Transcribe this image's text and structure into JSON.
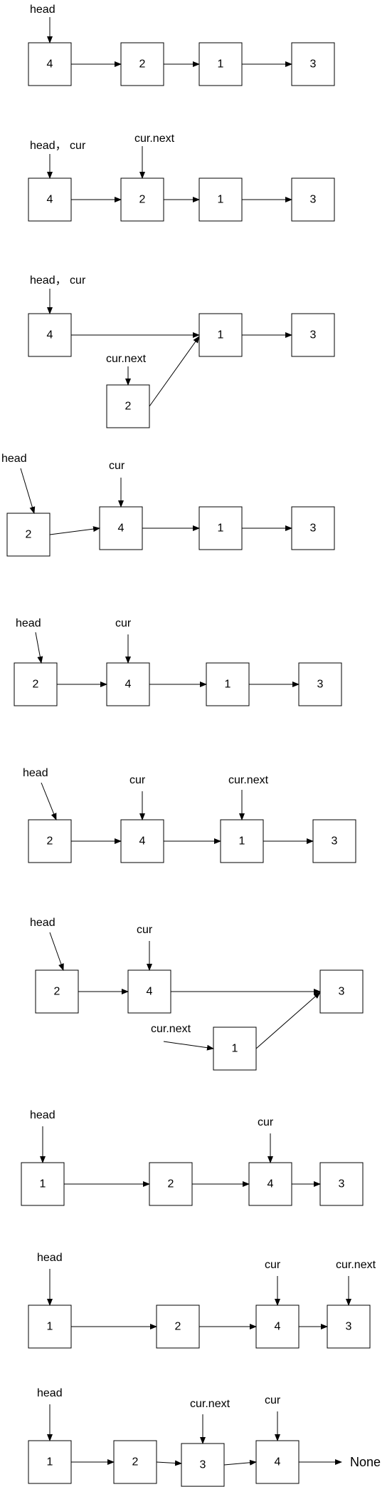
{
  "panels": [
    {
      "nodes": [
        "4",
        "2",
        "1",
        "3"
      ],
      "labels": [
        "head"
      ]
    },
    {
      "nodes": [
        "4",
        "2",
        "1",
        "3"
      ],
      "labels": [
        "head， cur",
        "cur.next"
      ]
    },
    {
      "nodes": [
        "4",
        "2",
        "1",
        "3"
      ],
      "labels": [
        "head， cur",
        "cur.next"
      ]
    },
    {
      "nodes": [
        "2",
        "4",
        "1",
        "3"
      ],
      "labels": [
        "head",
        "cur"
      ]
    },
    {
      "nodes": [
        "2",
        "4",
        "1",
        "3"
      ],
      "labels": [
        "head",
        "cur"
      ]
    },
    {
      "nodes": [
        "2",
        "4",
        "1",
        "3"
      ],
      "labels": [
        "head",
        "cur",
        "cur.next"
      ]
    },
    {
      "nodes": [
        "2",
        "4",
        "1",
        "3"
      ],
      "labels": [
        "head",
        "cur",
        "cur.next"
      ]
    },
    {
      "nodes": [
        "1",
        "2",
        "4",
        "3"
      ],
      "labels": [
        "head",
        "cur"
      ]
    },
    {
      "nodes": [
        "1",
        "2",
        "4",
        "3"
      ],
      "labels": [
        "head",
        "cur",
        "cur.next"
      ]
    },
    {
      "nodes": [
        "1",
        "2",
        "3",
        "4"
      ],
      "labels": [
        "head",
        "cur.next",
        "cur"
      ],
      "tail": "None"
    }
  ]
}
